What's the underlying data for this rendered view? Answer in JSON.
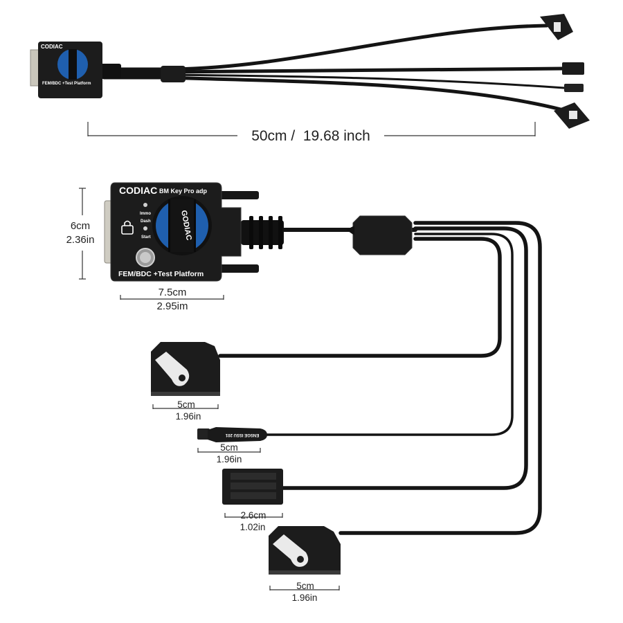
{
  "product": {
    "brand": "CODIAC",
    "model": "BM Key Pro adp",
    "platform": "FEM/BDC +Test Platform",
    "knob_text": "GODIAC",
    "indicators": [
      "Immo",
      "Dash",
      "Start"
    ]
  },
  "connector_colors": {
    "knob_blue": "#1f5fae",
    "body_black": "#1c1c1c"
  },
  "overall_length": {
    "label": "50cm /  19.68 inch"
  },
  "module": {
    "height_cm": "6cm",
    "height_in": "2.36in",
    "width_cm": "7.5cm",
    "width_in": "2.95im"
  },
  "connectors": [
    {
      "id": "connector-a",
      "cm": "5cm",
      "in": "1.96in"
    },
    {
      "id": "connector-b",
      "cm": "5cm",
      "in": "1.96in",
      "tip_print": "ENSGE ISSU 201"
    },
    {
      "id": "connector-c",
      "cm": "2.6cm",
      "in": "1.02in"
    },
    {
      "id": "connector-d",
      "cm": "5cm",
      "in": "1.96in"
    }
  ]
}
